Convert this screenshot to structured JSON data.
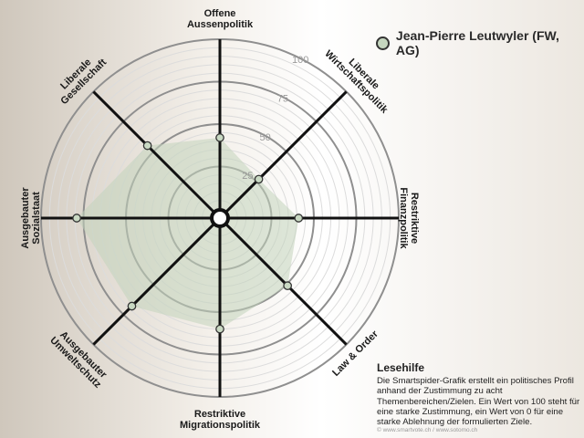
{
  "chart_data": {
    "type": "radar",
    "axes": [
      {
        "label": [
          "Offene",
          "Aussenpolitik"
        ],
        "value": 42
      },
      {
        "label": [
          "Liberale",
          "Wirtschaftspolitik"
        ],
        "value": 27
      },
      {
        "label": [
          "Restriktive",
          "Finanzpolitik"
        ],
        "value": 41
      },
      {
        "label": [
          "Law & Order"
        ],
        "value": 51
      },
      {
        "label": [
          "Restriktive",
          "Migrationspolitik"
        ],
        "value": 60
      },
      {
        "label": [
          "Ausgebauter",
          "Umweltschutz"
        ],
        "value": 68
      },
      {
        "label": [
          "Ausgebauter",
          "Sozialstaat"
        ],
        "value": 79
      },
      {
        "label": [
          "Liberale",
          "Gesellschaft"
        ],
        "value": 55
      }
    ],
    "ticks": [
      25,
      50,
      75,
      100
    ],
    "range": [
      0,
      100
    ],
    "series": [
      {
        "name": "Jean-Pierre Leutwyler (FW, AG)"
      }
    ],
    "legend_position": "top-right",
    "colors": {
      "polygon_fill": "#c2d3bc",
      "point_fill": "#c9d9c3",
      "ring": "#9a9a9a",
      "axis": "#111111"
    }
  },
  "help": {
    "title": "Lesehilfe",
    "text": "Die Smartspider-Grafik erstellt ein politisches Profil anhand der Zustimmung zu acht Themenbereichen/Zielen. Ein Wert von 100 steht für eine starke Zustimmung, ein Wert von 0 für eine starke Ablehnung der formulierten Ziele."
  },
  "footer": "© www.smartvote.ch / www.sotomo.ch"
}
